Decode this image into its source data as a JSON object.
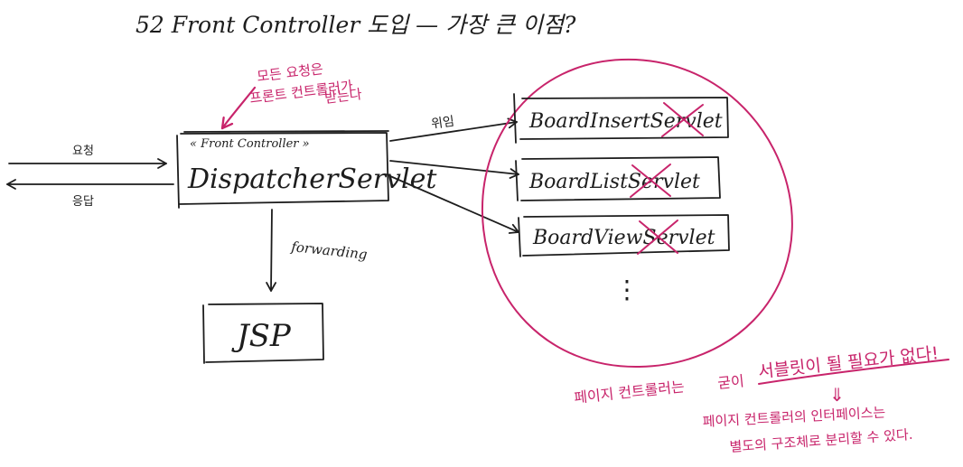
{
  "title": "52 Front Controller 도입 — 가장 큰 이점?",
  "arrows": {
    "request": "요청",
    "response": "응답",
    "delegate": "위임",
    "forwarding": "forwarding"
  },
  "annotation_top": {
    "line1": "모든 요청은",
    "line2": "프론트 컨트롤러가",
    "line3": "받는다"
  },
  "front_controller": {
    "stereotype": "« Front Controller »",
    "name": "DispatcherServlet"
  },
  "jsp_box": {
    "label": "JSP"
  },
  "servlets": [
    {
      "prefix": "BoardInsert",
      "crossed": "Servlet"
    },
    {
      "prefix": "BoardList",
      "crossed": "Servlet"
    },
    {
      "prefix": "BoardView",
      "crossed": "Servlet"
    }
  ],
  "ellipsis": "⋮",
  "note_bottom": {
    "line1_a": "페이지 컨트롤러는",
    "line1_b": "굳이",
    "line1_c": "서블릿이 될 필요가 없다!",
    "down_arrow": "⇓",
    "line2": "페이지 컨트롤러의 인터페이스는",
    "line3": "별도의 구조체로 분리할 수 있다."
  },
  "colors": {
    "ink": "#1d1d1d",
    "accent": "#c8246b"
  }
}
